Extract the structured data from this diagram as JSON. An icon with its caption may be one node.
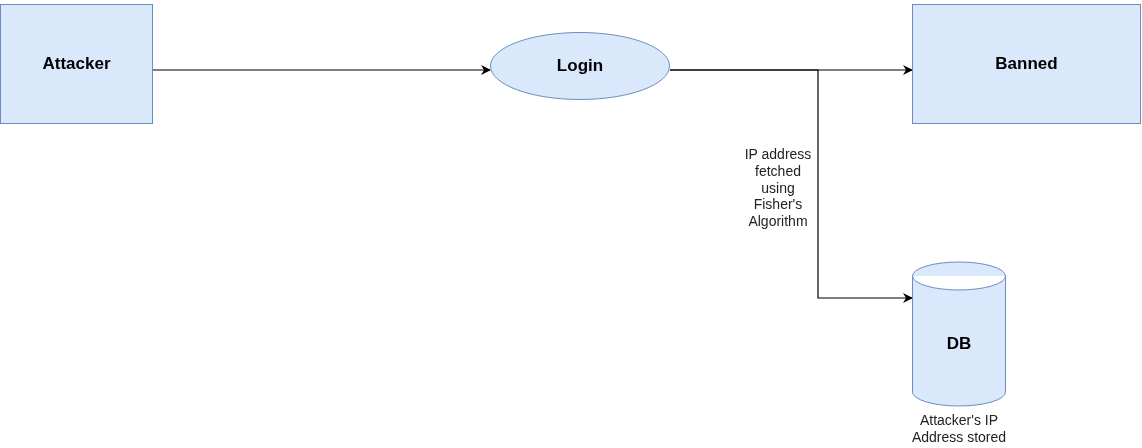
{
  "diagram": {
    "nodes": [
      {
        "text": [
          "Attacker"
        ]
      },
      {
        "text": [
          "Login"
        ]
      },
      {
        "text": [
          "Banned"
        ]
      },
      {
        "text": [
          "DB"
        ],
        "beside": [
          "Attacker's IP Address stored"
        ]
      }
    ],
    "edges": [
      {
        "from": 0,
        "to": 1,
        "arrow": "to"
      },
      {
        "from": 1,
        "to": 2,
        "arrow": "to"
      },
      {
        "from": 1,
        "to": 3,
        "arrow": "to",
        "label": "IP address fetched using Fisher's Algorithm"
      }
    ]
  }
}
